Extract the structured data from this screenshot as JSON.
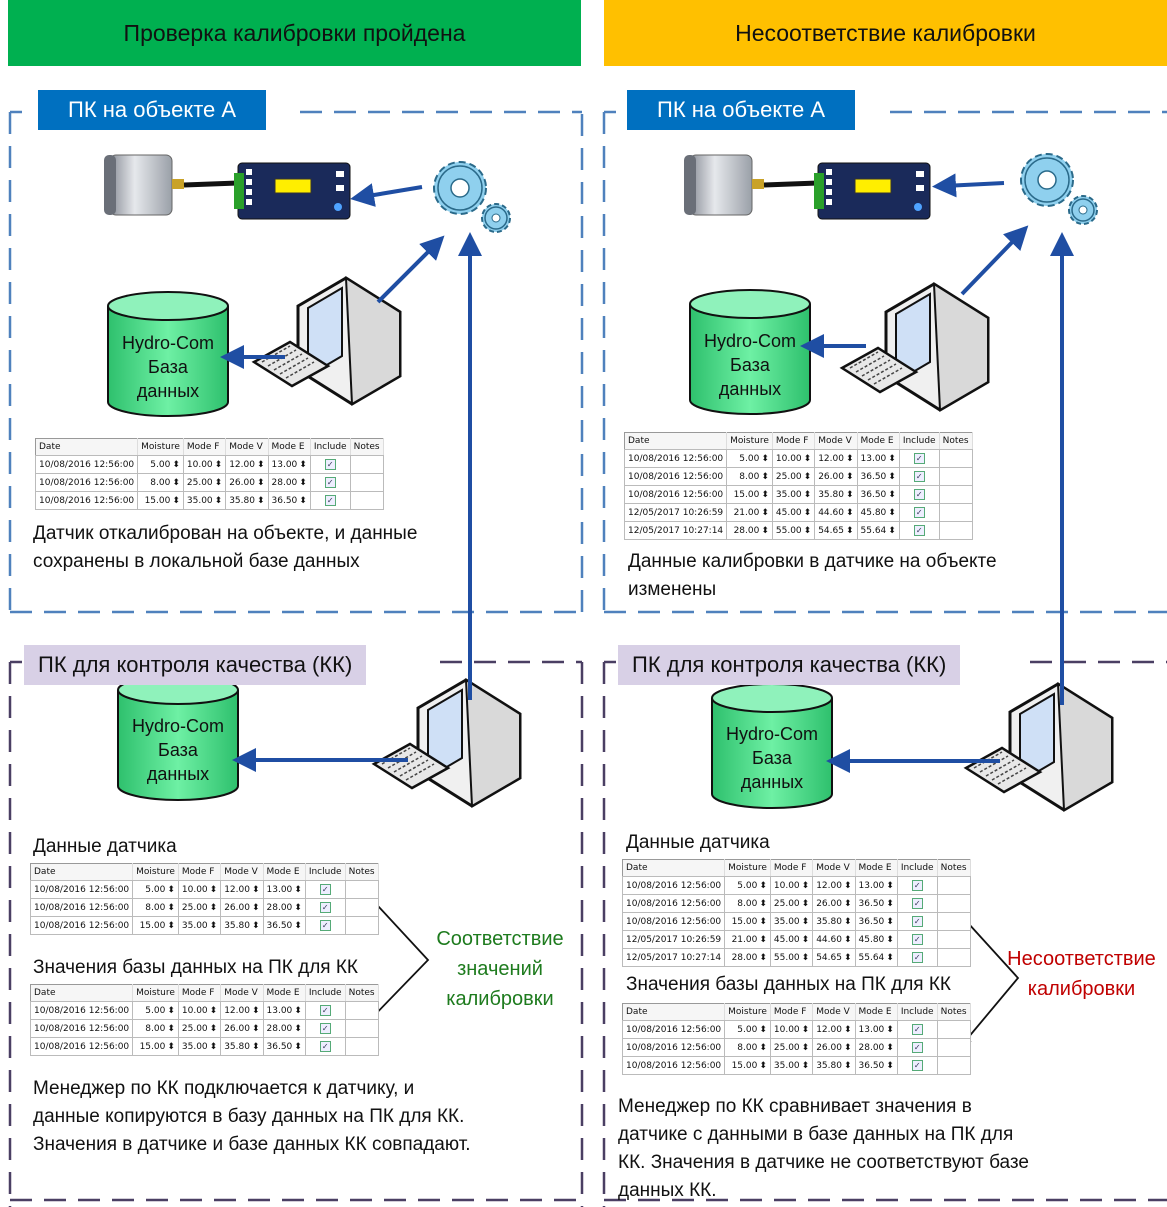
{
  "left": {
    "banner": "Проверка калибровки пройдена",
    "banner_color": "#00b050",
    "pc_label": "ПК на объекте A",
    "db_line1": "Hydro-Com",
    "db_line2": "База",
    "db_line3": "данных",
    "site_table": {
      "headers": [
        "Date",
        "Moisture",
        "Mode F",
        "Mode V",
        "Mode E",
        "Include",
        "Notes"
      ],
      "rows": [
        [
          "10/08/2016 12:56:00",
          "5.00",
          "10.00",
          "12.00",
          "13.00"
        ],
        [
          "10/08/2016 12:56:00",
          "8.00",
          "25.00",
          "26.00",
          "28.00"
        ],
        [
          "10/08/2016 12:56:00",
          "15.00",
          "35.00",
          "35.80",
          "36.50"
        ]
      ]
    },
    "site_description": "Датчик откалиброван на объекте, и данные сохранены в локальной базе данных",
    "qc_label": "ПК для контроля качества (КК)",
    "sensor_caption": "Данные датчика",
    "sensor_table": {
      "rows": [
        [
          "10/08/2016 12:56:00",
          "5.00",
          "10.00",
          "12.00",
          "13.00"
        ],
        [
          "10/08/2016 12:56:00",
          "8.00",
          "25.00",
          "26.00",
          "28.00"
        ],
        [
          "10/08/2016 12:56:00",
          "15.00",
          "35.00",
          "35.80",
          "36.50"
        ]
      ]
    },
    "db_caption": "Значения базы данных на ПК для КК",
    "db_table": {
      "rows": [
        [
          "10/08/2016 12:56:00",
          "5.00",
          "10.00",
          "12.00",
          "13.00"
        ],
        [
          "10/08/2016 12:56:00",
          "8.00",
          "25.00",
          "26.00",
          "28.00"
        ],
        [
          "10/08/2016 12:56:00",
          "15.00",
          "35.00",
          "35.80",
          "36.50"
        ]
      ]
    },
    "match_note_1": "Соответствие",
    "match_note_2": "значений",
    "match_note_3": "калибровки",
    "qc_description": "Менеджер по КК подключается к датчику, и данные копируются в базу данных на ПК для КК. Значения в датчике и базе данных КК совпадают."
  },
  "right": {
    "banner": "Несоответствие калибровки",
    "banner_color": "#ffc000",
    "pc_label": "ПК на объекте A",
    "db_line1": "Hydro-Com",
    "db_line2": "База",
    "db_line3": "данных",
    "site_table": {
      "rows": [
        [
          "10/08/2016 12:56:00",
          "5.00",
          "10.00",
          "12.00",
          "13.00"
        ],
        [
          "10/08/2016 12:56:00",
          "8.00",
          "25.00",
          "26.00",
          "36.50"
        ],
        [
          "10/08/2016 12:56:00",
          "15.00",
          "35.00",
          "35.80",
          "36.50"
        ],
        [
          "12/05/2017 10:26:59",
          "21.00",
          "45.00",
          "44.60",
          "45.80"
        ],
        [
          "12/05/2017 10:27:14",
          "28.00",
          "55.00",
          "54.65",
          "55.64"
        ]
      ]
    },
    "site_description": "Данные калибровки в датчике на объекте изменены",
    "qc_label": "ПК для контроля качества (КК)",
    "sensor_caption": "Данные датчика",
    "sensor_table": {
      "rows": [
        [
          "10/08/2016 12:56:00",
          "5.00",
          "10.00",
          "12.00",
          "13.00"
        ],
        [
          "10/08/2016 12:56:00",
          "8.00",
          "25.00",
          "26.00",
          "36.50"
        ],
        [
          "10/08/2016 12:56:00",
          "15.00",
          "35.00",
          "35.80",
          "36.50"
        ],
        [
          "12/05/2017 10:26:59",
          "21.00",
          "45.00",
          "44.60",
          "45.80"
        ],
        [
          "12/05/2017 10:27:14",
          "28.00",
          "55.00",
          "54.65",
          "55.64"
        ]
      ]
    },
    "db_caption": "Значения базы данных на ПК для КК",
    "db_table": {
      "rows": [
        [
          "10/08/2016 12:56:00",
          "5.00",
          "10.00",
          "12.00",
          "13.00"
        ],
        [
          "10/08/2016 12:56:00",
          "8.00",
          "25.00",
          "26.00",
          "28.00"
        ],
        [
          "10/08/2016 12:56:00",
          "15.00",
          "35.00",
          "35.80",
          "36.50"
        ]
      ]
    },
    "mismatch_note_1": "Несоответствие",
    "mismatch_note_2": "калибровки",
    "qc_description": "Менеджер по КК сравнивает значения в датчике с данными в базе данных на ПК для КК. Значения в датчике не соответствуют базе данных КК."
  },
  "colors": {
    "arrow": "#1f4ea3",
    "site_border": "#4f81bd",
    "qc_border": "#4a3f63",
    "db_fill": "#3ddc84",
    "gear": "#8fd0ee"
  }
}
